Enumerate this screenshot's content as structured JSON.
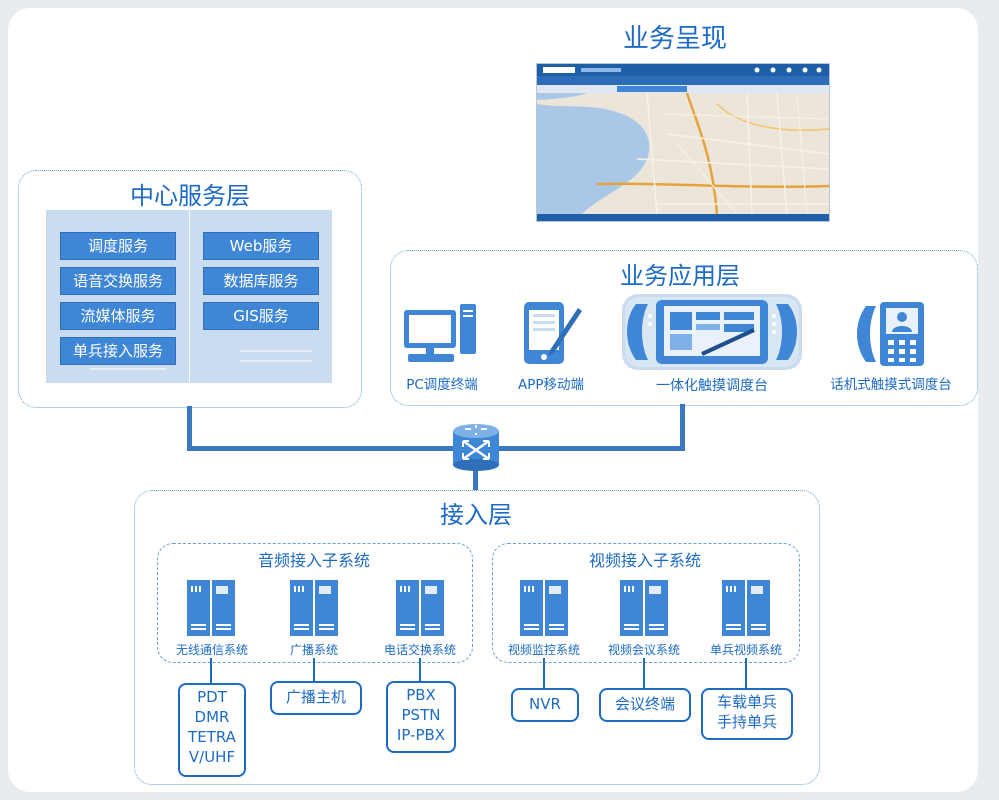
{
  "presentation": {
    "title": "业务呈现"
  },
  "center_layer": {
    "title": "中心服务层",
    "left_services": [
      "调度服务",
      "语音交换服务",
      "流媒体服务",
      "单兵接入服务"
    ],
    "right_services": [
      "Web服务",
      "数据库服务",
      "GIS服务"
    ]
  },
  "app_layer": {
    "title": "业务应用层",
    "items": [
      {
        "label": "PC调度终端",
        "icon": "pc-monitor-icon"
      },
      {
        "label": "APP移动端",
        "icon": "tablet-stylus-icon"
      },
      {
        "label": "一体化触摸调度台",
        "icon": "touch-console-icon"
      },
      {
        "label": "话机式触摸式调度台",
        "icon": "desk-phone-icon"
      }
    ]
  },
  "access_layer": {
    "title": "接入层",
    "audio": {
      "title": "音频接入子系统",
      "systems": [
        "无线通信系统",
        "广播系统",
        "电话交换系统"
      ],
      "terminals": [
        [
          "PDT",
          "DMR",
          "TETRA",
          "V/UHF"
        ],
        [
          "广播主机"
        ],
        [
          "PBX",
          "PSTN",
          "IP-PBX"
        ]
      ]
    },
    "video": {
      "title": "视频接入子系统",
      "systems": [
        "视频监控系统",
        "视频会议系统",
        "单兵视频系统"
      ],
      "terminals": [
        [
          "NVR"
        ],
        [
          "会议终端"
        ],
        [
          "车载单兵",
          "手持单兵"
        ]
      ]
    }
  },
  "colors": {
    "accent": "#1d6bc5",
    "service_fill": "#3f86d6",
    "panel_fill": "#c9dcf0",
    "line": "#3a78c4"
  }
}
